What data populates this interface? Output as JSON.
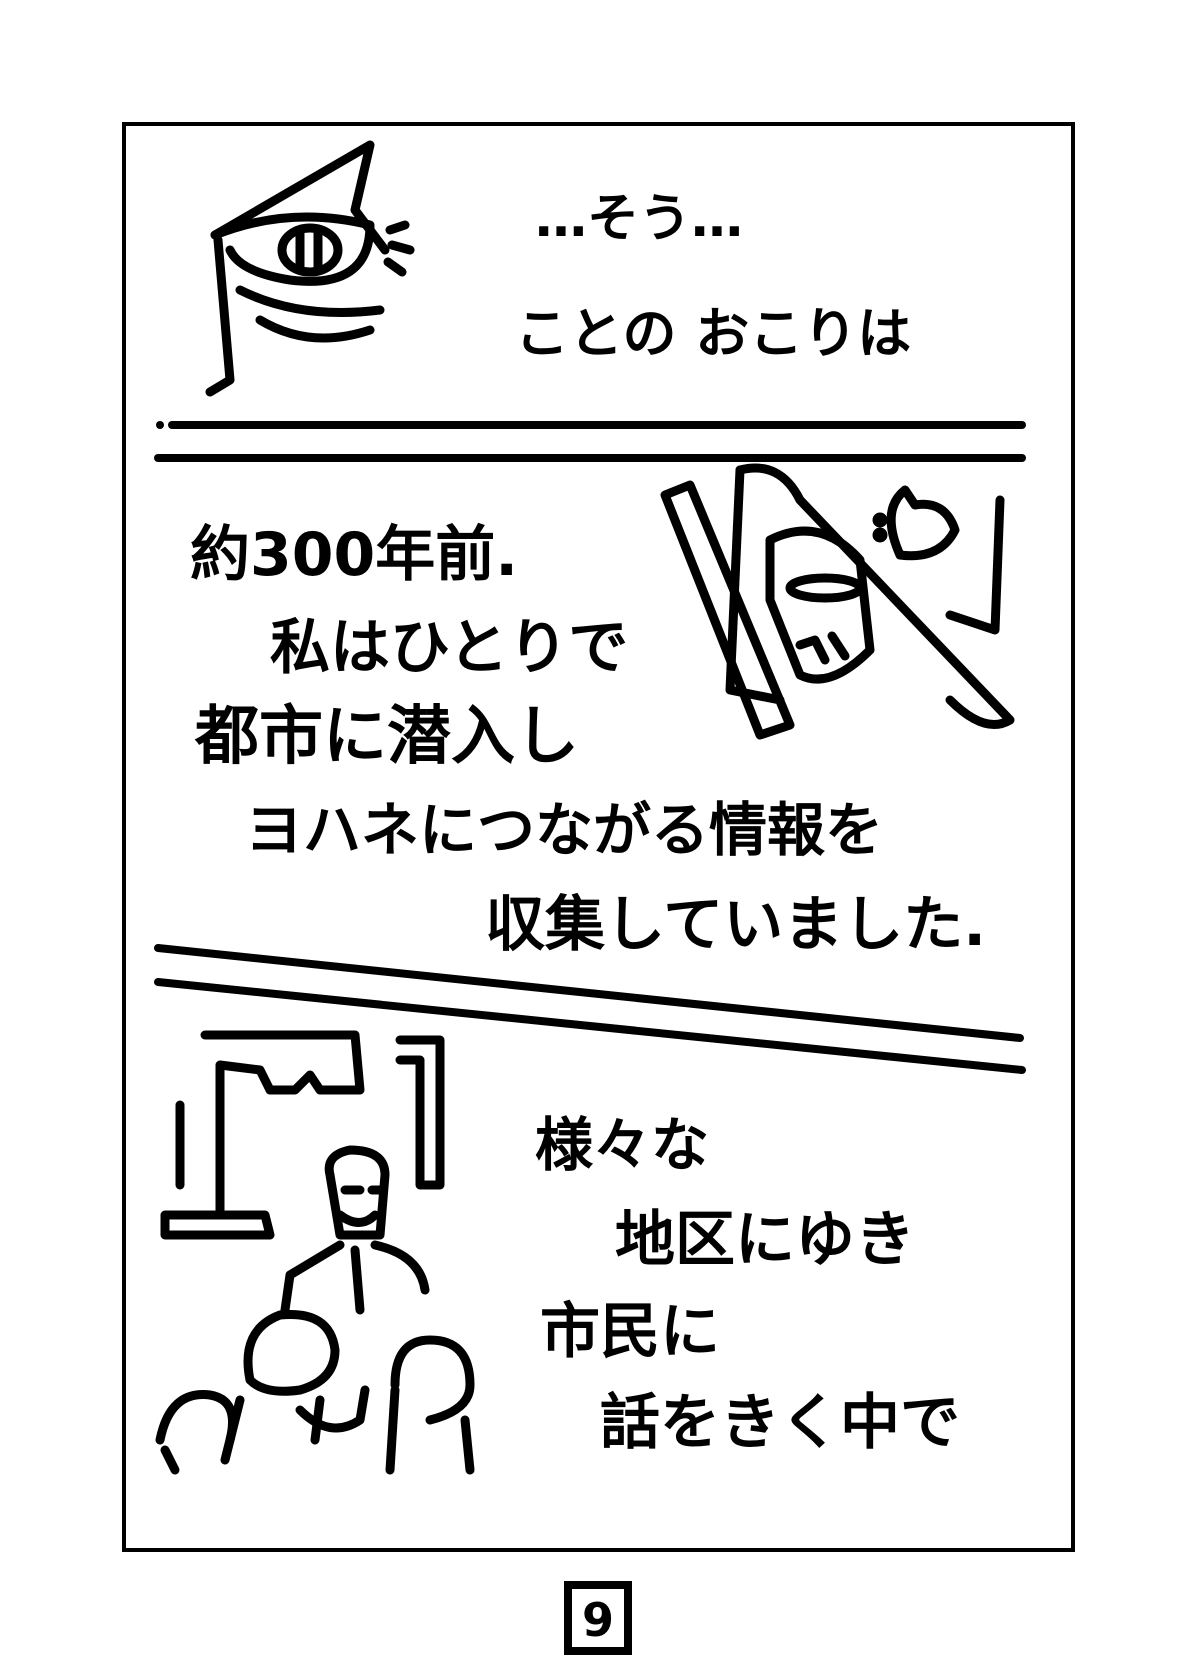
{
  "panels": [
    {
      "lines": [
        "…そう…",
        "ことの おこりは"
      ]
    },
    {
      "lines": [
        "約300年前.",
        "私はひとりで",
        "都市に潜入し",
        "ヨハネにつながる情報を",
        "収集していました."
      ]
    },
    {
      "lines": [
        "様々な",
        "地区にゆき",
        "市民に",
        "話をきく中で"
      ]
    }
  ],
  "page_number": "9"
}
